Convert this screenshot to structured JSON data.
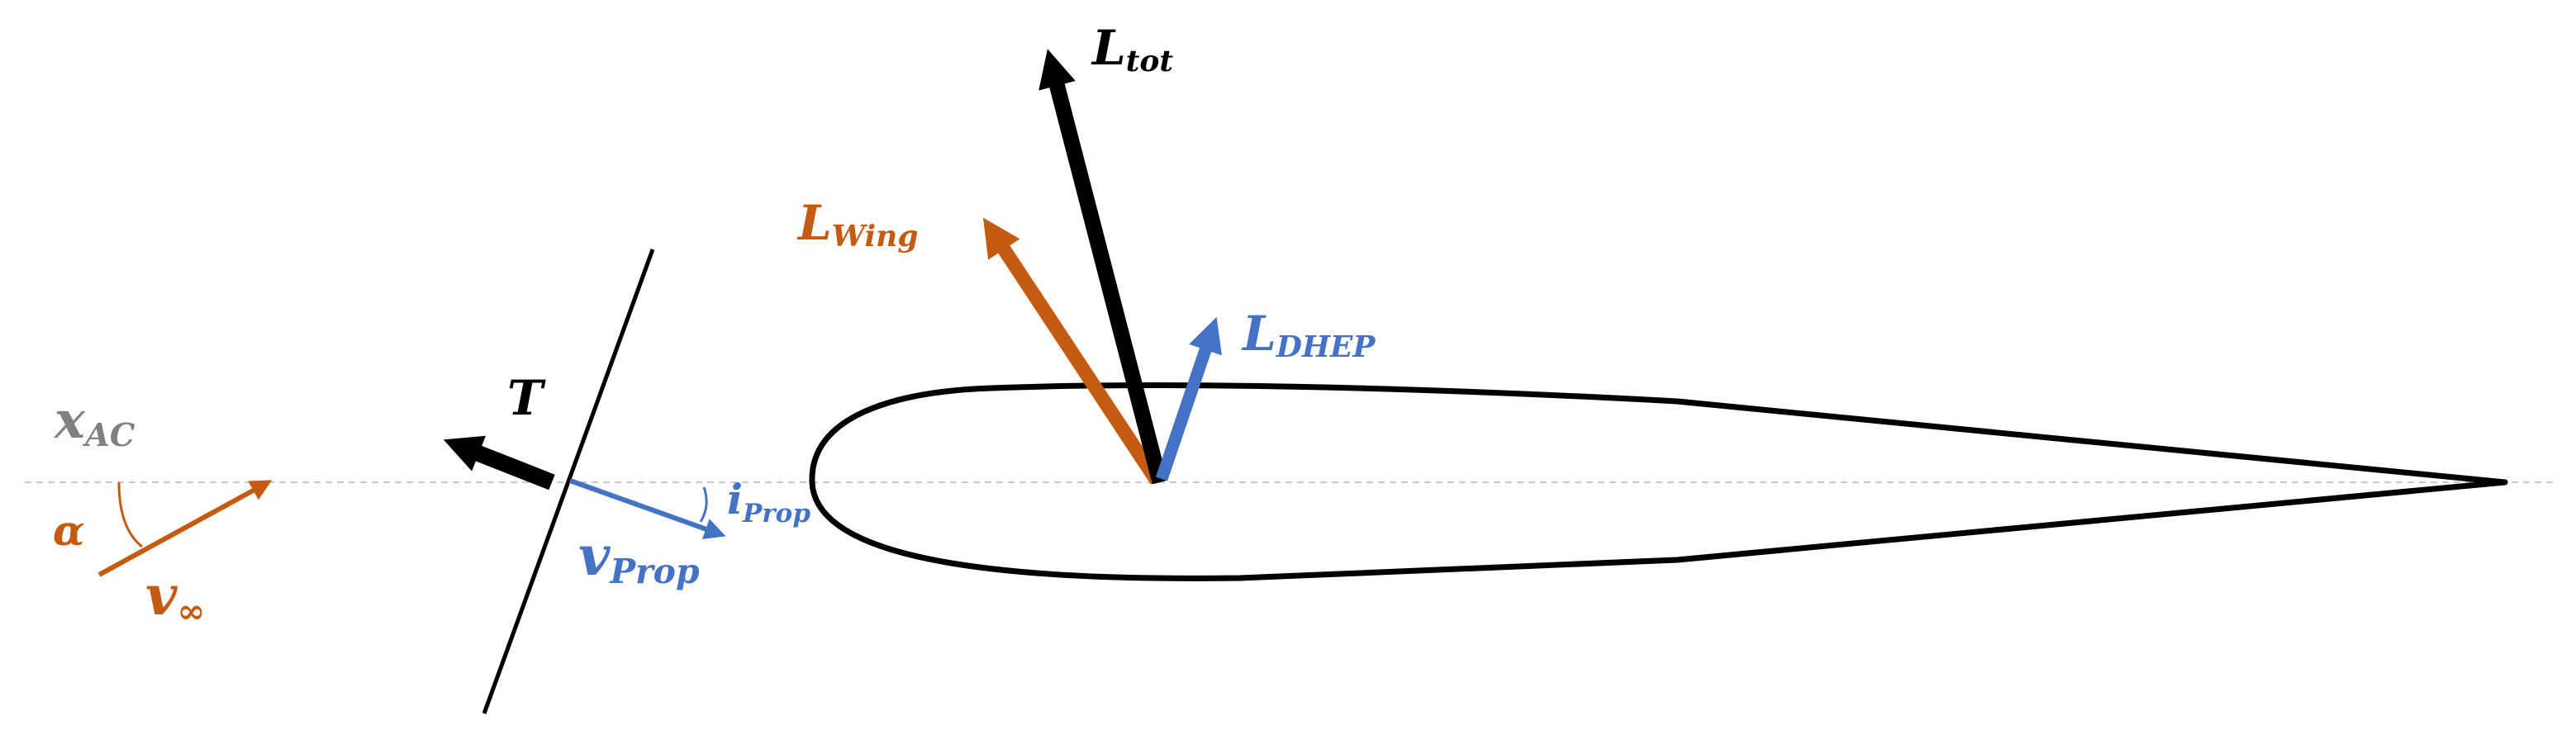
{
  "colors": {
    "black": "#000000",
    "orange": "#c55a11",
    "blue": "#4472c4",
    "gray": "#808080",
    "axis": "#c8c8c8"
  },
  "labels": {
    "L_tot": {
      "main": "L",
      "sub": "tot"
    },
    "L_wing": {
      "main": "L",
      "sub": "Wing"
    },
    "L_dhep": {
      "main": "L",
      "sub": "DHEP"
    },
    "T": {
      "main": "T"
    },
    "x_ac": {
      "main": "x",
      "sub": "AC"
    },
    "alpha": {
      "main": "α"
    },
    "v_inf": {
      "main": "v",
      "sub": "∞"
    },
    "v_prop": {
      "main": "v",
      "sub": "Prop"
    },
    "i_prop": {
      "main": "i",
      "sub": "Prop"
    }
  }
}
